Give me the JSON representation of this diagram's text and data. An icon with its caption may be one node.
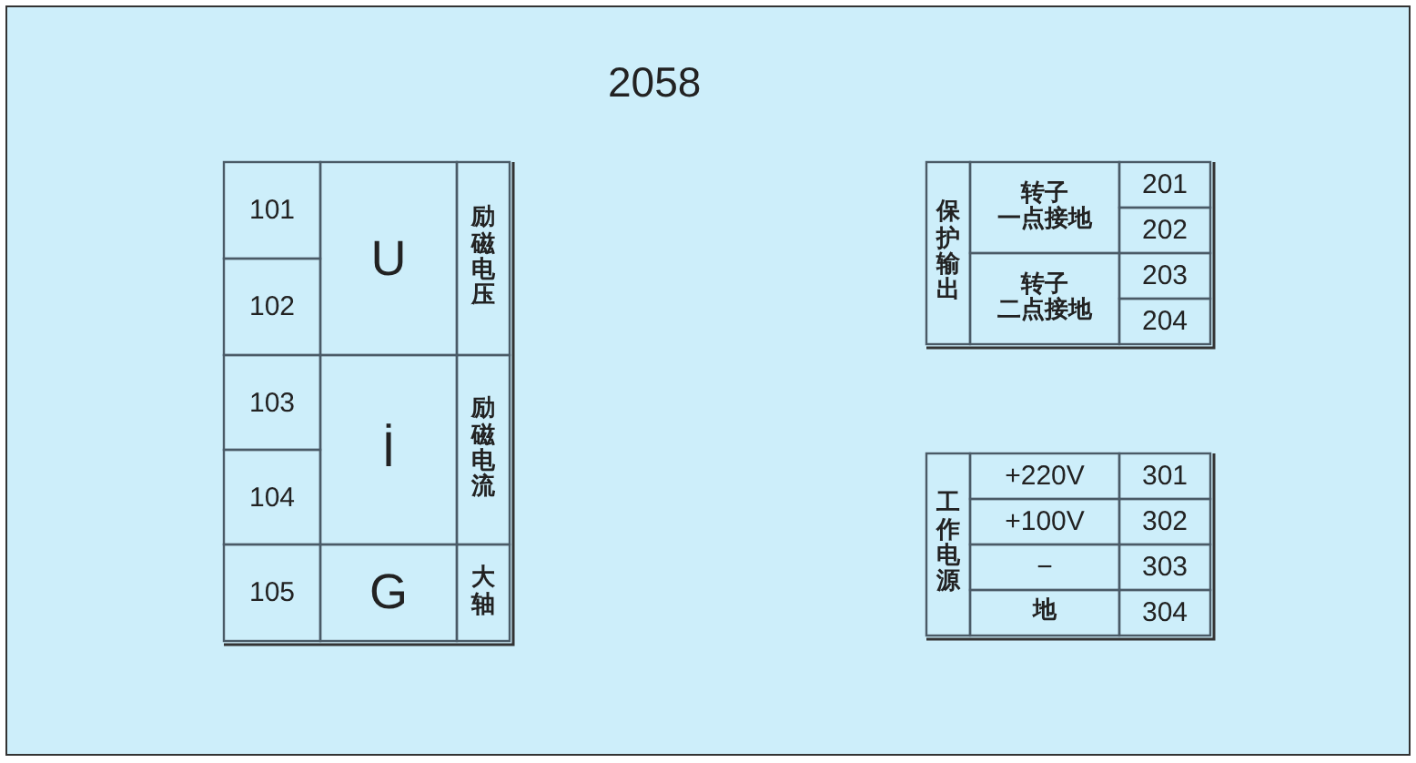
{
  "diagram": {
    "title": "2058",
    "labels": [
      "101",
      "U",
      "励磁电压",
      "102",
      "103",
      "İ",
      "励磁电流",
      "104",
      "105",
      "G",
      "大轴",
      "保护输出",
      "转子一点接地",
      "201",
      "202",
      "转子二点接地",
      "203",
      "204",
      "工作电源",
      "+220V",
      "301",
      "+100V",
      "302",
      "−",
      "303",
      "地",
      "304"
    ]
  }
}
